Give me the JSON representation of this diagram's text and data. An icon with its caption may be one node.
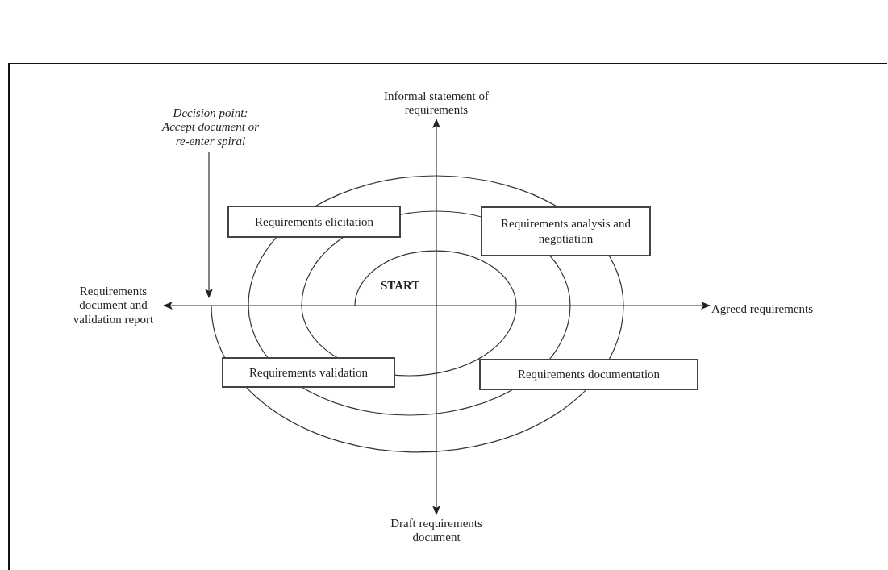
{
  "diagram": {
    "nodes": [
      {
        "text": [
          "Informal statement of requirements"
        ]
      },
      {
        "text": [
          "Requirements elicitation"
        ]
      },
      {
        "text": [
          "Requirements analysis and negotiation"
        ]
      },
      {
        "text": [
          "Decision point: Accept document or re-enter spiral"
        ]
      },
      {
        "text": [
          "Requirements document and validation report"
        ]
      },
      {
        "text": [
          "Agreed requirements"
        ]
      },
      {
        "text": [
          "Requirements validation"
        ]
      },
      {
        "text": [
          "Requirements documentation"
        ]
      },
      {
        "text": [
          "Draft requirements document"
        ]
      }
    ],
    "edges": [
      {
        "from": 8,
        "to": 0,
        "arrow": "both"
      },
      {
        "from": 5,
        "to": 4,
        "arrow": "both"
      },
      {
        "from": 3,
        "to": null,
        "arrow": "to"
      }
    ],
    "labels": [
      "START"
    ]
  }
}
